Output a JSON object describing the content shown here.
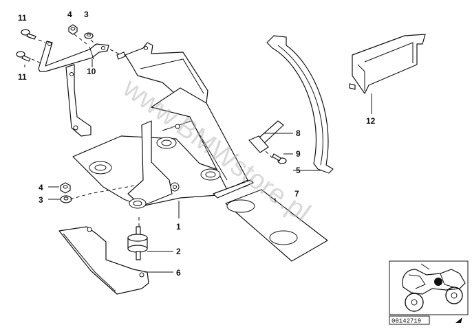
{
  "callouts": [
    "11",
    "4",
    "3",
    "10",
    "11",
    "8",
    "9",
    "5",
    "7",
    "1",
    "4",
    "3",
    "2",
    "6",
    "12"
  ],
  "watermark": "www.BMWstore.pl",
  "diagram_code": "00142719",
  "colors": {
    "line": "#111111",
    "watermark": "#b9b9b9",
    "background": "#ffffff"
  }
}
